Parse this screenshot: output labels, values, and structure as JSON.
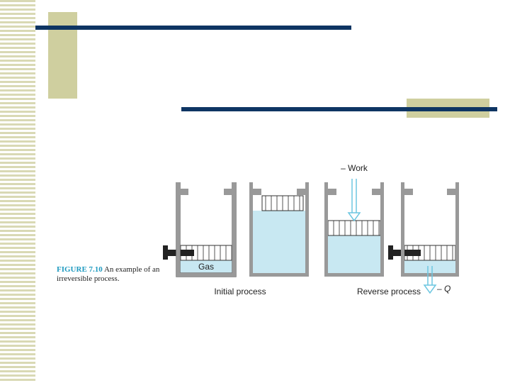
{
  "slide": {
    "colors": {
      "stripe": "#d9d9b4",
      "accent_block": "#cfcf9f",
      "rule": "#0e3563",
      "gas_fill": "#c8e8f2",
      "cylinder_wall": "#777777",
      "arrow": "#6cc6e0",
      "caption_label": "#1f9ac0"
    }
  },
  "caption": {
    "label": "FIGURE 7.10",
    "text": "An example of an irreversible process."
  },
  "diagram": {
    "gas_label": "Gas",
    "initial_label": "Initial process",
    "reverse_label": "Reverse process",
    "work_label": "– Work",
    "heat_label": "– Q",
    "states": [
      {
        "name": "initial",
        "piston": "low",
        "stop_pin": true
      },
      {
        "name": "expanded",
        "piston": "top",
        "stop_pin": false
      },
      {
        "name": "compressed",
        "piston": "middle",
        "stop_pin": false
      },
      {
        "name": "cooled",
        "piston": "low",
        "stop_pin": true
      }
    ]
  }
}
